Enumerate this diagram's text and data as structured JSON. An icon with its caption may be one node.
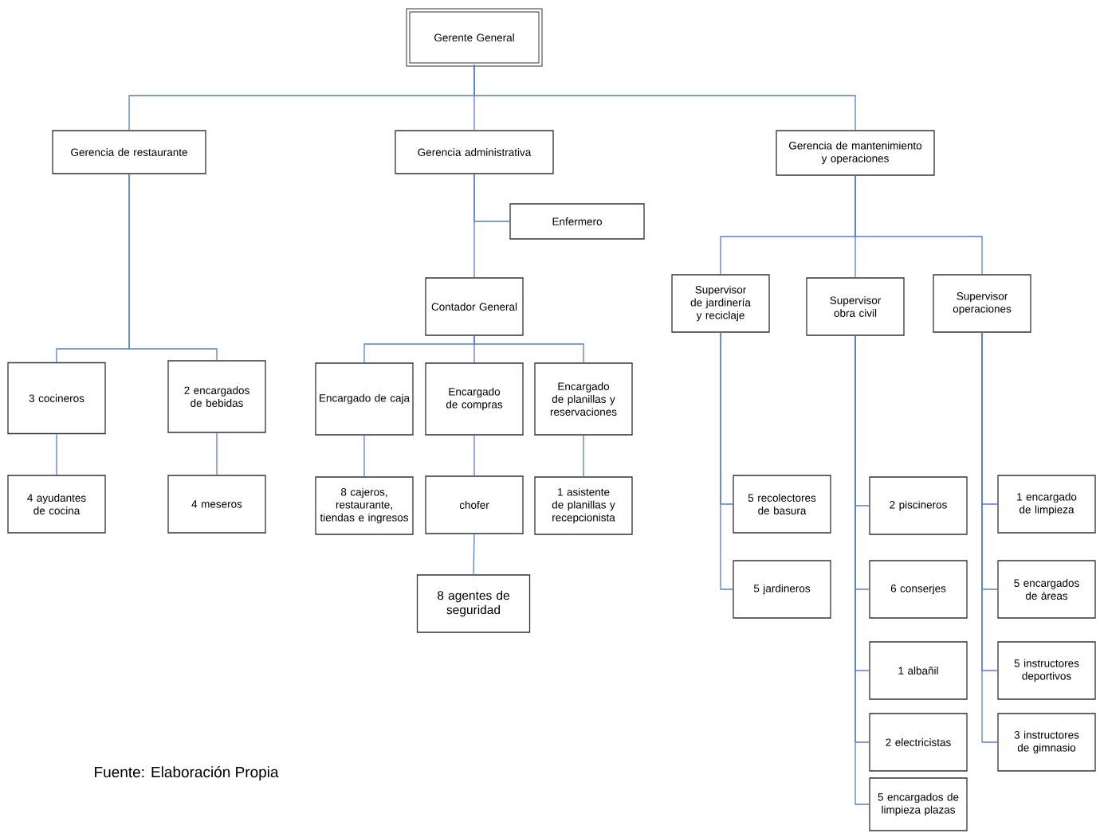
{
  "diagram": {
    "caption": "Fuente: Elaboración Propia",
    "nodes": [
      {
        "text": [
          "Gerente General"
        ]
      },
      {
        "text": [
          "Gerencia de restaurante"
        ]
      },
      {
        "text": [
          "Gerencia administrativa"
        ]
      },
      {
        "text": [
          "Gerencia de mantenimiento y operaciones"
        ]
      },
      {
        "text": [
          "Enfermero"
        ]
      },
      {
        "text": [
          "Contador General"
        ]
      },
      {
        "text": [
          "Supervisor de jardinería y reciclaje"
        ]
      },
      {
        "text": [
          "Supervisor obra civil"
        ]
      },
      {
        "text": [
          "Supervisor operaciones"
        ]
      },
      {
        "text": [
          "3 cocineros"
        ]
      },
      {
        "text": [
          "2 encargados de bebidas"
        ]
      },
      {
        "text": [
          "Encargado de caja"
        ]
      },
      {
        "text": [
          "Encargado de compras"
        ]
      },
      {
        "text": [
          "Encargado de planillas y reservaciones"
        ]
      },
      {
        "text": [
          "4 ayudantes de cocina"
        ]
      },
      {
        "text": [
          "4 meseros"
        ]
      },
      {
        "text": [
          "8 cajeros, restaurante, tiendas e ingresos"
        ]
      },
      {
        "text": [
          "chofer"
        ]
      },
      {
        "text": [
          "1 asistente de planillas y recepcionista"
        ]
      },
      {
        "text": [
          "8 agentes de seguridad"
        ]
      },
      {
        "text": [
          "5 recolectores de basura"
        ]
      },
      {
        "text": [
          "5 jardineros"
        ]
      },
      {
        "text": [
          "2 piscineros"
        ]
      },
      {
        "text": [
          "6 conserjes"
        ]
      },
      {
        "text": [
          "1 albañil"
        ]
      },
      {
        "text": [
          "2 electricistas"
        ]
      },
      {
        "text": [
          "5 encargados de limpieza plazas"
        ]
      },
      {
        "text": [
          "1 encargado de limpieza"
        ]
      },
      {
        "text": [
          "5 encargados de áreas"
        ]
      },
      {
        "text": [
          "5 instructores deportivos"
        ]
      },
      {
        "text": [
          "3 instructores de gimnasio"
        ]
      }
    ],
    "edges": [
      {
        "from": 0,
        "to": 1,
        "arrow": "none"
      },
      {
        "from": 0,
        "to": 2,
        "arrow": "none"
      },
      {
        "from": 0,
        "to": 3,
        "arrow": "none"
      },
      {
        "from": 2,
        "to": 4,
        "arrow": "none"
      },
      {
        "from": 2,
        "to": 5,
        "arrow": "none"
      },
      {
        "from": 3,
        "to": 6,
        "arrow": "none"
      },
      {
        "from": 3,
        "to": 7,
        "arrow": "none"
      },
      {
        "from": 3,
        "to": 8,
        "arrow": "none"
      },
      {
        "from": 1,
        "to": 9,
        "arrow": "none"
      },
      {
        "from": 1,
        "to": 10,
        "arrow": "none"
      },
      {
        "from": 5,
        "to": 11,
        "arrow": "none"
      },
      {
        "from": 5,
        "to": 12,
        "arrow": "none"
      },
      {
        "from": 5,
        "to": 13,
        "arrow": "none"
      },
      {
        "from": 9,
        "to": 14,
        "arrow": "none"
      },
      {
        "from": 10,
        "to": 15,
        "arrow": "none"
      },
      {
        "from": 11,
        "to": 16,
        "arrow": "none"
      },
      {
        "from": 12,
        "to": 17,
        "arrow": "none"
      },
      {
        "from": 13,
        "to": 18,
        "arrow": "none"
      },
      {
        "from": 17,
        "to": 19,
        "arrow": "none"
      },
      {
        "from": 6,
        "to": 20,
        "arrow": "none"
      },
      {
        "from": 6,
        "to": 21,
        "arrow": "none"
      },
      {
        "from": 7,
        "to": 22,
        "arrow": "none"
      },
      {
        "from": 7,
        "to": 23,
        "arrow": "none"
      },
      {
        "from": 7,
        "to": 24,
        "arrow": "none"
      },
      {
        "from": 7,
        "to": 25,
        "arrow": "none"
      },
      {
        "from": 7,
        "to": 26,
        "arrow": "none"
      },
      {
        "from": 8,
        "to": 27,
        "arrow": "none"
      },
      {
        "from": 8,
        "to": 28,
        "arrow": "none"
      },
      {
        "from": 8,
        "to": 29,
        "arrow": "none"
      },
      {
        "from": 8,
        "to": 30,
        "arrow": "none"
      }
    ]
  }
}
